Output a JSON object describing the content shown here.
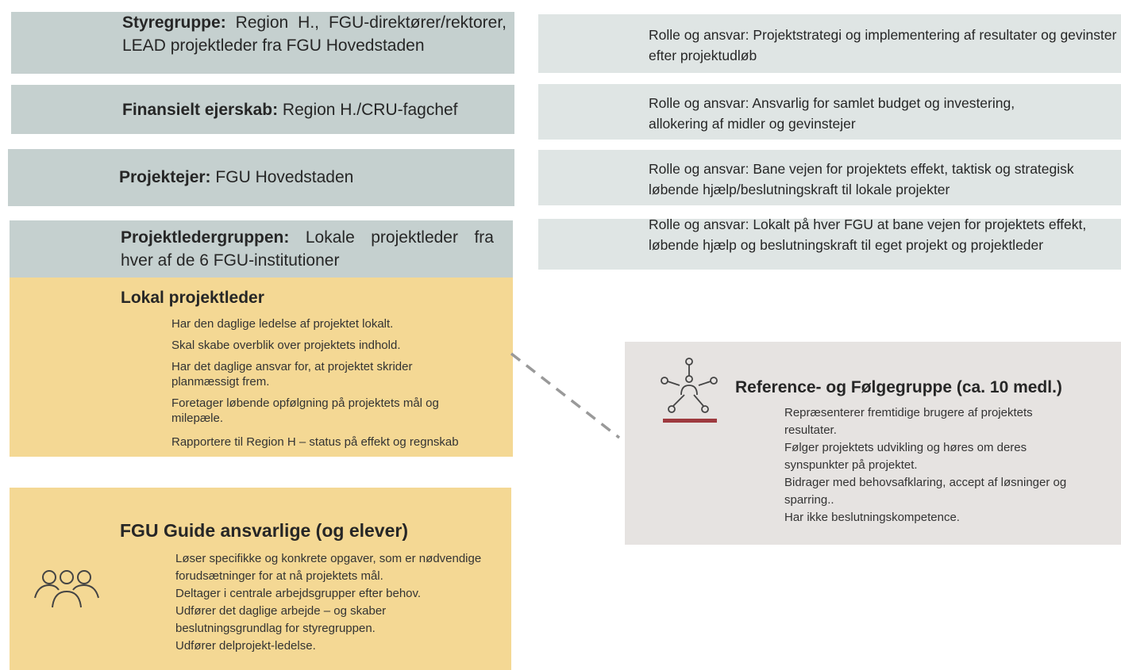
{
  "left": {
    "styregruppe": {
      "label": "Styregruppe:",
      "text": "Region H., FGU-direktører/rektorer, LEAD projektleder fra FGU Hovedstaden"
    },
    "finansielt": {
      "label": "Finansielt ejerskab:",
      "text": "Region H./CRU-fagchef"
    },
    "projektejer": {
      "label": "Projektejer:",
      "text": "FGU Hovedstaden"
    },
    "projektledergruppen": {
      "label": "Projektledergruppen:",
      "text": "Lokale projektleder fra hver af de 6 FGU-institutioner"
    },
    "lokal": {
      "title": "Lokal projektleder",
      "items": [
        "Har den daglige ledelse af projektet lokalt.",
        "Skal skabe overblik over projektets indhold.",
        "Har det daglige ansvar for, at projektet skrider planmæssigt frem.",
        "Foretager løbende opfølgning på projektets mål og milepæle.",
        "Rapportere til Region H – status på effekt og regnskab"
      ]
    },
    "guide": {
      "title": "FGU Guide ansvarlige (og elever)",
      "items": [
        "Løser specifikke og konkrete opgaver, som er nødvendige forudsætninger for at nå projektets mål.",
        "Deltager i centrale arbejdsgrupper efter behov.",
        "Udfører det daglige arbejde – og skaber beslutningsgrundlag for styregruppen.",
        "Udfører delprojekt-ledelse."
      ]
    }
  },
  "right": {
    "roles": [
      "Rolle og ansvar: Projektstrategi og implementering af resultater og gevinster efter projektudløb",
      "Rolle og ansvar: Ansvarlig for samlet budget og investering, allokering af midler og gevinstejer",
      "Rolle og ansvar: Bane vejen for projektets effekt, taktisk og strategisk løbende hjælp/beslutningskraft til lokale projekter",
      "Rolle og ansvar: Lokalt på hver FGU at bane vejen for projektets effekt, løbende hjælp og beslutningskraft til eget projekt og projektleder"
    ],
    "reference": {
      "title": "Reference- og Følgegruppe (ca. 10 medl.)",
      "items": [
        "Repræsenterer fremtidige brugere af projektets resultater.",
        "Følger projektets udvikling og høres om deres synspunkter på projektet.",
        "Bidrager med behovsafklaring, accept af løsninger og sparring..",
        "Har ikke beslutningskompetence."
      ]
    }
  },
  "icons": {
    "network": "network-icon",
    "people": "people-group-icon"
  },
  "colors": {
    "grey": "#c5d0cf",
    "light_grey": "#dfe5e4",
    "yellow": "#f4d894",
    "beige": "#e6e3e1",
    "accent": "#9e3a3f"
  }
}
